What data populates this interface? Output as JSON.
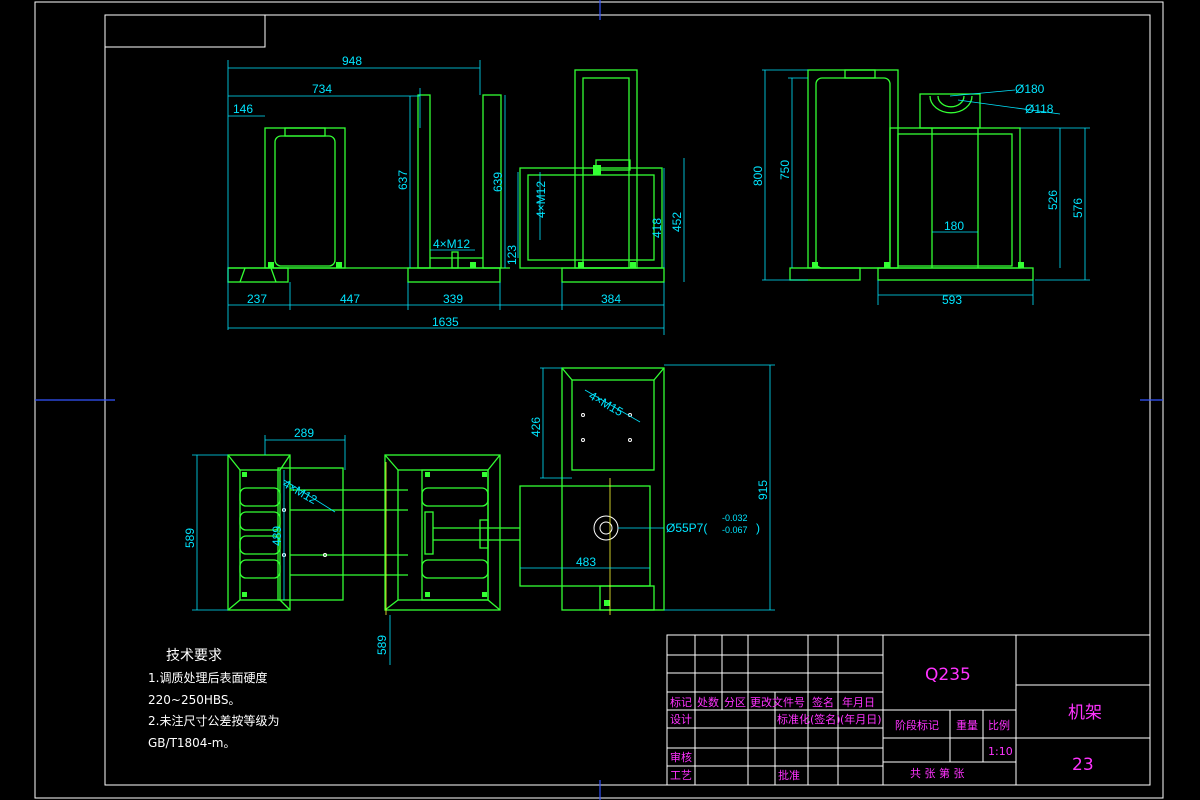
{
  "drawing": {
    "front_view_dims": [
      "948",
      "734",
      "146",
      "637",
      "639",
      "4×M12",
      "123",
      "4×M12",
      "418",
      "452",
      "237",
      "447",
      "339",
      "384",
      "1635"
    ],
    "side_view_dims": [
      "Ø180",
      "Ø118",
      "800",
      "750",
      "526",
      "576",
      "180",
      "593"
    ],
    "top_view_dims": [
      "426",
      "4×M15",
      "289",
      "4×M12",
      "589",
      "489",
      "915",
      "Ø55P7(",
      "-0.032",
      "-0.067",
      ")",
      "483",
      "589"
    ]
  },
  "tech_requirements": {
    "title": "技术要求",
    "lines": [
      "1.调质处理后表面硬度",
      "220~250HBS。",
      "2.未注尺寸公差按等级为",
      "GB/T1804-m。"
    ]
  },
  "title_block": {
    "material": "Q235",
    "part_name": "机架",
    "drawing_number": "23",
    "scale": "1:10",
    "headers_row": [
      "标记",
      "处数",
      "分区",
      "更改文件号",
      "签名",
      "年月日"
    ],
    "design": "设计",
    "standardize": "标准化",
    "sign": "(签名)",
    "date": "(年月日)",
    "stage_mark": "阶段标记",
    "weight": "重量",
    "scale_label": "比例",
    "review": "审核",
    "process": "工艺",
    "approve": "批准",
    "sheets": "共  张 第  张"
  }
}
